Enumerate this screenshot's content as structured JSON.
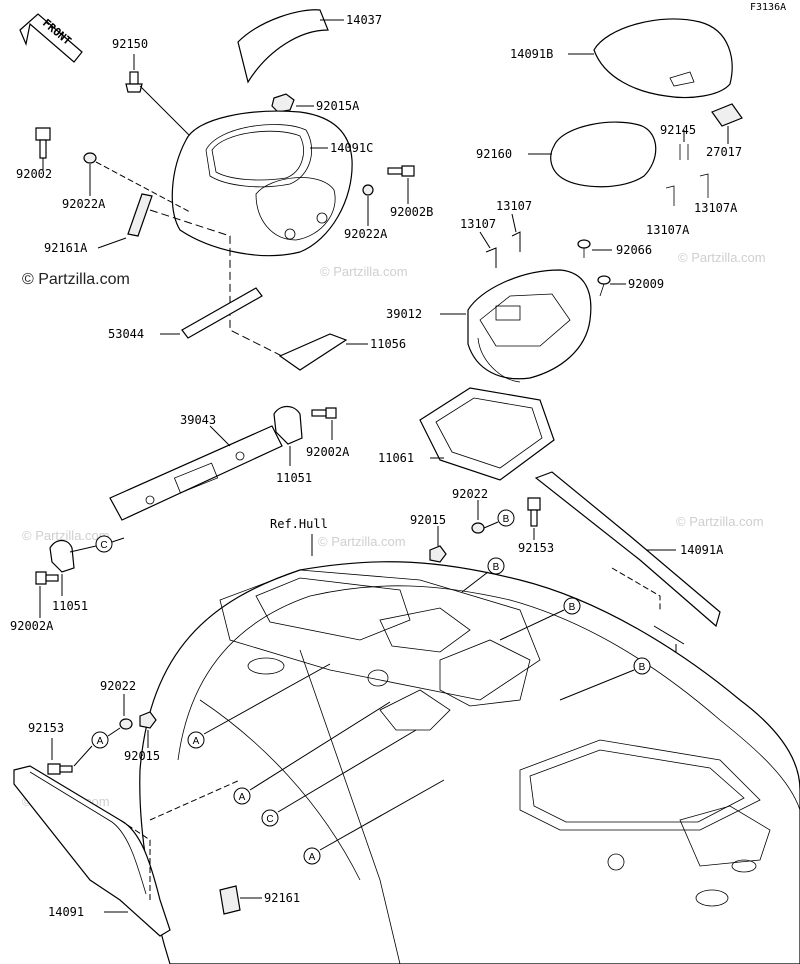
{
  "figure_code": "F3136A",
  "front_label": "FRONT",
  "watermarks": {
    "main": "© Partzilla.com",
    "repeat": "© Partzilla.com"
  },
  "ref_hull": "Ref.Hull",
  "parts": {
    "p14037": "14037",
    "p14091B": "14091B",
    "p92150": "92150",
    "p92015A": "92015A",
    "p14091C": "14091C",
    "p92145": "92145",
    "p27017": "27017",
    "p92160": "92160",
    "p92002": "92002",
    "p92022A_1": "92022A",
    "p92002B": "92002B",
    "p92022A_2": "92022A",
    "p13107_1": "13107",
    "p13107_2": "13107",
    "p13107A_1": "13107A",
    "p13107A_2": "13107A",
    "p92161A": "92161A",
    "p92066": "92066",
    "p92009": "92009",
    "p39012": "39012",
    "p53044": "53044",
    "p11056": "11056",
    "p39043": "39043",
    "p92002A_1": "92002A",
    "p11051_1": "11051",
    "p11061": "11061",
    "p92022_1": "92022",
    "p92015_1": "92015",
    "p92153_1": "92153",
    "p14091A": "14091A",
    "p11051_2": "11051",
    "p92002A_2": "92002A",
    "p92161_1": "92161",
    "p92022_2": "92022",
    "p92153_2": "92153",
    "p92015_2": "92015",
    "p92161_2": "92161",
    "p14091": "14091"
  },
  "callouts": {
    "A": "A",
    "B": "B",
    "C": "C"
  }
}
